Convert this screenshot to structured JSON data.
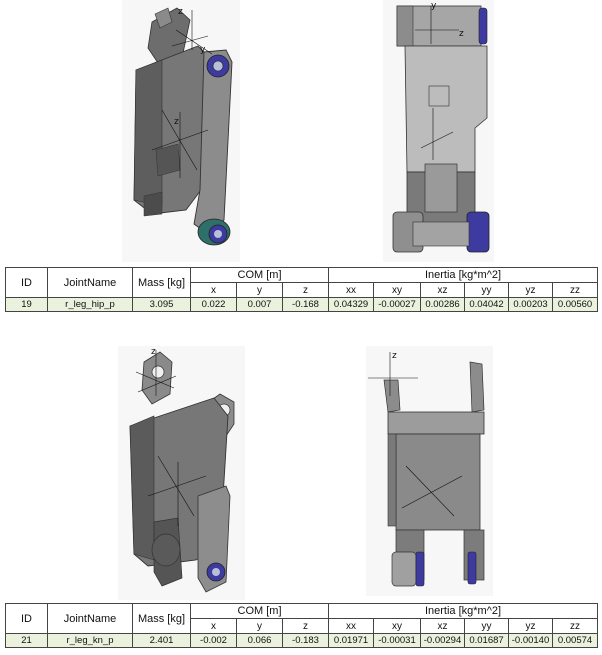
{
  "columns": {
    "id": "ID",
    "joint": "JointName",
    "mass": "Mass [kg]",
    "com": "COM [m]",
    "inertia": "Inertia [kg*m^2]",
    "com_sub": [
      "x",
      "y",
      "z"
    ],
    "inertia_sub": [
      "xx",
      "xy",
      "xz",
      "yy",
      "yz",
      "zz"
    ]
  },
  "parts": [
    {
      "id": "19",
      "joint": "r_leg_hip_p",
      "mass": "3.095",
      "com": [
        "0.022",
        "0.007",
        "-0.168"
      ],
      "inertia": [
        "0.04329",
        "-0.00027",
        "0.00286",
        "0.04042",
        "0.00203",
        "0.00560"
      ],
      "axis_labels": [
        "z",
        "y",
        "z",
        "y",
        "z"
      ]
    },
    {
      "id": "21",
      "joint": "r_leg_kn_p",
      "mass": "2.401",
      "com": [
        "-0.002",
        "0.066",
        "-0.183"
      ],
      "inertia": [
        "0.01971",
        "-0.00031",
        "-0.00294",
        "0.01687",
        "-0.00140",
        "0.00574"
      ],
      "axis_labels": [
        "z",
        "z"
      ]
    }
  ]
}
